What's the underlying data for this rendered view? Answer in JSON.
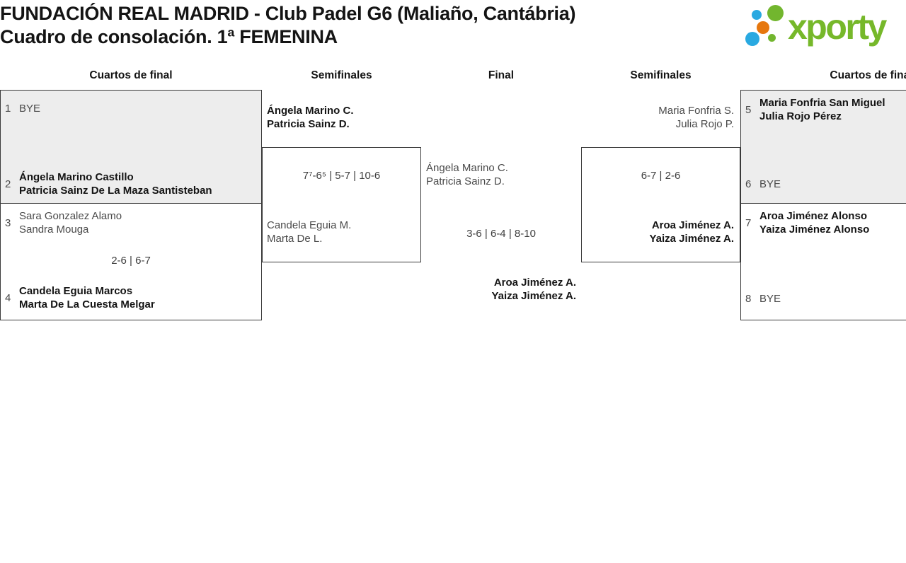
{
  "header": {
    "title_line1": "FUNDACIÓN REAL MADRID - Club Padel G6 (Maliaño, Cantábria)",
    "title_line2": "Cuadro de consolación. 1ª FEMENINA",
    "logo": {
      "text": "xporty",
      "green": "#76b82a",
      "blue": "#29a9e1",
      "orange": "#e6770e"
    }
  },
  "rounds": {
    "labels": [
      "Cuartos de final",
      "Semifinales",
      "Final",
      "Semifinales",
      "Cuartos de final"
    ]
  },
  "matches": {
    "qf_left_1": {
      "top": {
        "seed": "1",
        "line1": "BYE"
      },
      "bottom": {
        "seed": "2",
        "line1": "Ángela Marino Castillo",
        "line2": "Patricia Sainz De La Maza Santisteban"
      }
    },
    "qf_left_2": {
      "top": {
        "seed": "3",
        "line1": "Sara Gonzalez Alamo",
        "line2": "Sandra Mouga"
      },
      "bottom": {
        "seed": "4",
        "line1": "Candela Eguia Marcos",
        "line2": "Marta De La Cuesta Melgar"
      },
      "score": "2-6 | 6-7"
    },
    "sf_left": {
      "top": {
        "line1": "Ángela Marino C.",
        "line2": "Patricia Sainz D."
      },
      "bottom": {
        "line1": "Candela Eguia M.",
        "line2": "Marta De L."
      },
      "score": "7⁷-6⁵ | 5-7 | 10-6"
    },
    "final": {
      "top": {
        "line1": "Ángela Marino C.",
        "line2": "Patricia Sainz D."
      },
      "winner": {
        "line1": "Aroa Jiménez A.",
        "line2": "Yaiza Jiménez A."
      },
      "score": "3-6 | 6-4 | 8-10"
    },
    "sf_right": {
      "top": {
        "line1": "Maria Fonfria S.",
        "line2": "Julia Rojo P."
      },
      "bottom": {
        "line1": "Aroa Jiménez A.",
        "line2": "Yaiza Jiménez A."
      },
      "score": "6-7 | 2-6"
    },
    "qf_right_1": {
      "top": {
        "seed": "5",
        "line1": "Maria Fonfria San Miguel",
        "line2": "Julia Rojo Pérez"
      },
      "bottom": {
        "seed": "6",
        "line1": "BYE"
      }
    },
    "qf_right_2": {
      "top": {
        "seed": "7",
        "line1": "Aroa Jiménez Alonso",
        "line2": "Yaiza Jiménez Alonso"
      },
      "bottom": {
        "seed": "8",
        "line1": "BYE"
      }
    }
  },
  "colors": {
    "box_fill_gray": "#ededed",
    "box_border": "#3a3a3a",
    "text_dark": "#141414",
    "text_gray": "#4a4a4a"
  }
}
